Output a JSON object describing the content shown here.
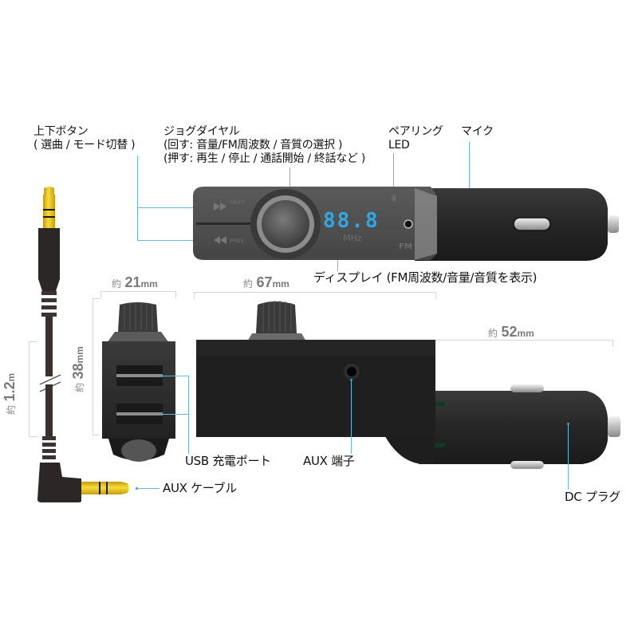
{
  "labels": {
    "updown_button": {
      "title": "上下ボタン",
      "desc": "( 選曲 / モード切替 )"
    },
    "jog_dial": {
      "title": "ジョグダイヤル",
      "desc_turn": "(回す: 音量/FM周波数 / 音質の選択 )",
      "desc_push": "(押す: 再生 / 停止 / 通話開始 / 終話など )"
    },
    "pairing_led": {
      "line1": "ペアリング",
      "line2": "LED"
    },
    "mic": "マイク",
    "display": "ディスプレイ (FM周波数/音量/音質を表示)",
    "usb_port": "USB 充電ポート",
    "aux_port": "AUX 端子",
    "aux_cable": "AUX ケーブル",
    "dc_plug": "DC プラグ"
  },
  "dimensions": {
    "width_side": {
      "prefix": "約",
      "value": "21",
      "unit": "mm"
    },
    "length_body": {
      "prefix": "約",
      "value": "67",
      "unit": "mm"
    },
    "length_plug": {
      "prefix": "約",
      "value": "52",
      "unit": "mm"
    },
    "height_side": {
      "prefix": "約",
      "value": "38",
      "unit": "mm"
    },
    "cable_length": {
      "prefix": "約",
      "value": "1.2",
      "unit": "m"
    }
  },
  "device": {
    "lcd_value": "88.8",
    "lcd_unit": "MHz",
    "band_label": "FM",
    "next_label": "NEXT",
    "prev_label": "PREV"
  },
  "colors": {
    "leader_line": "#6ab7d6",
    "lcd_digits": "#2fa9e6",
    "device_body": "#2b2b2b",
    "gold_plug": "#e8c21c"
  }
}
